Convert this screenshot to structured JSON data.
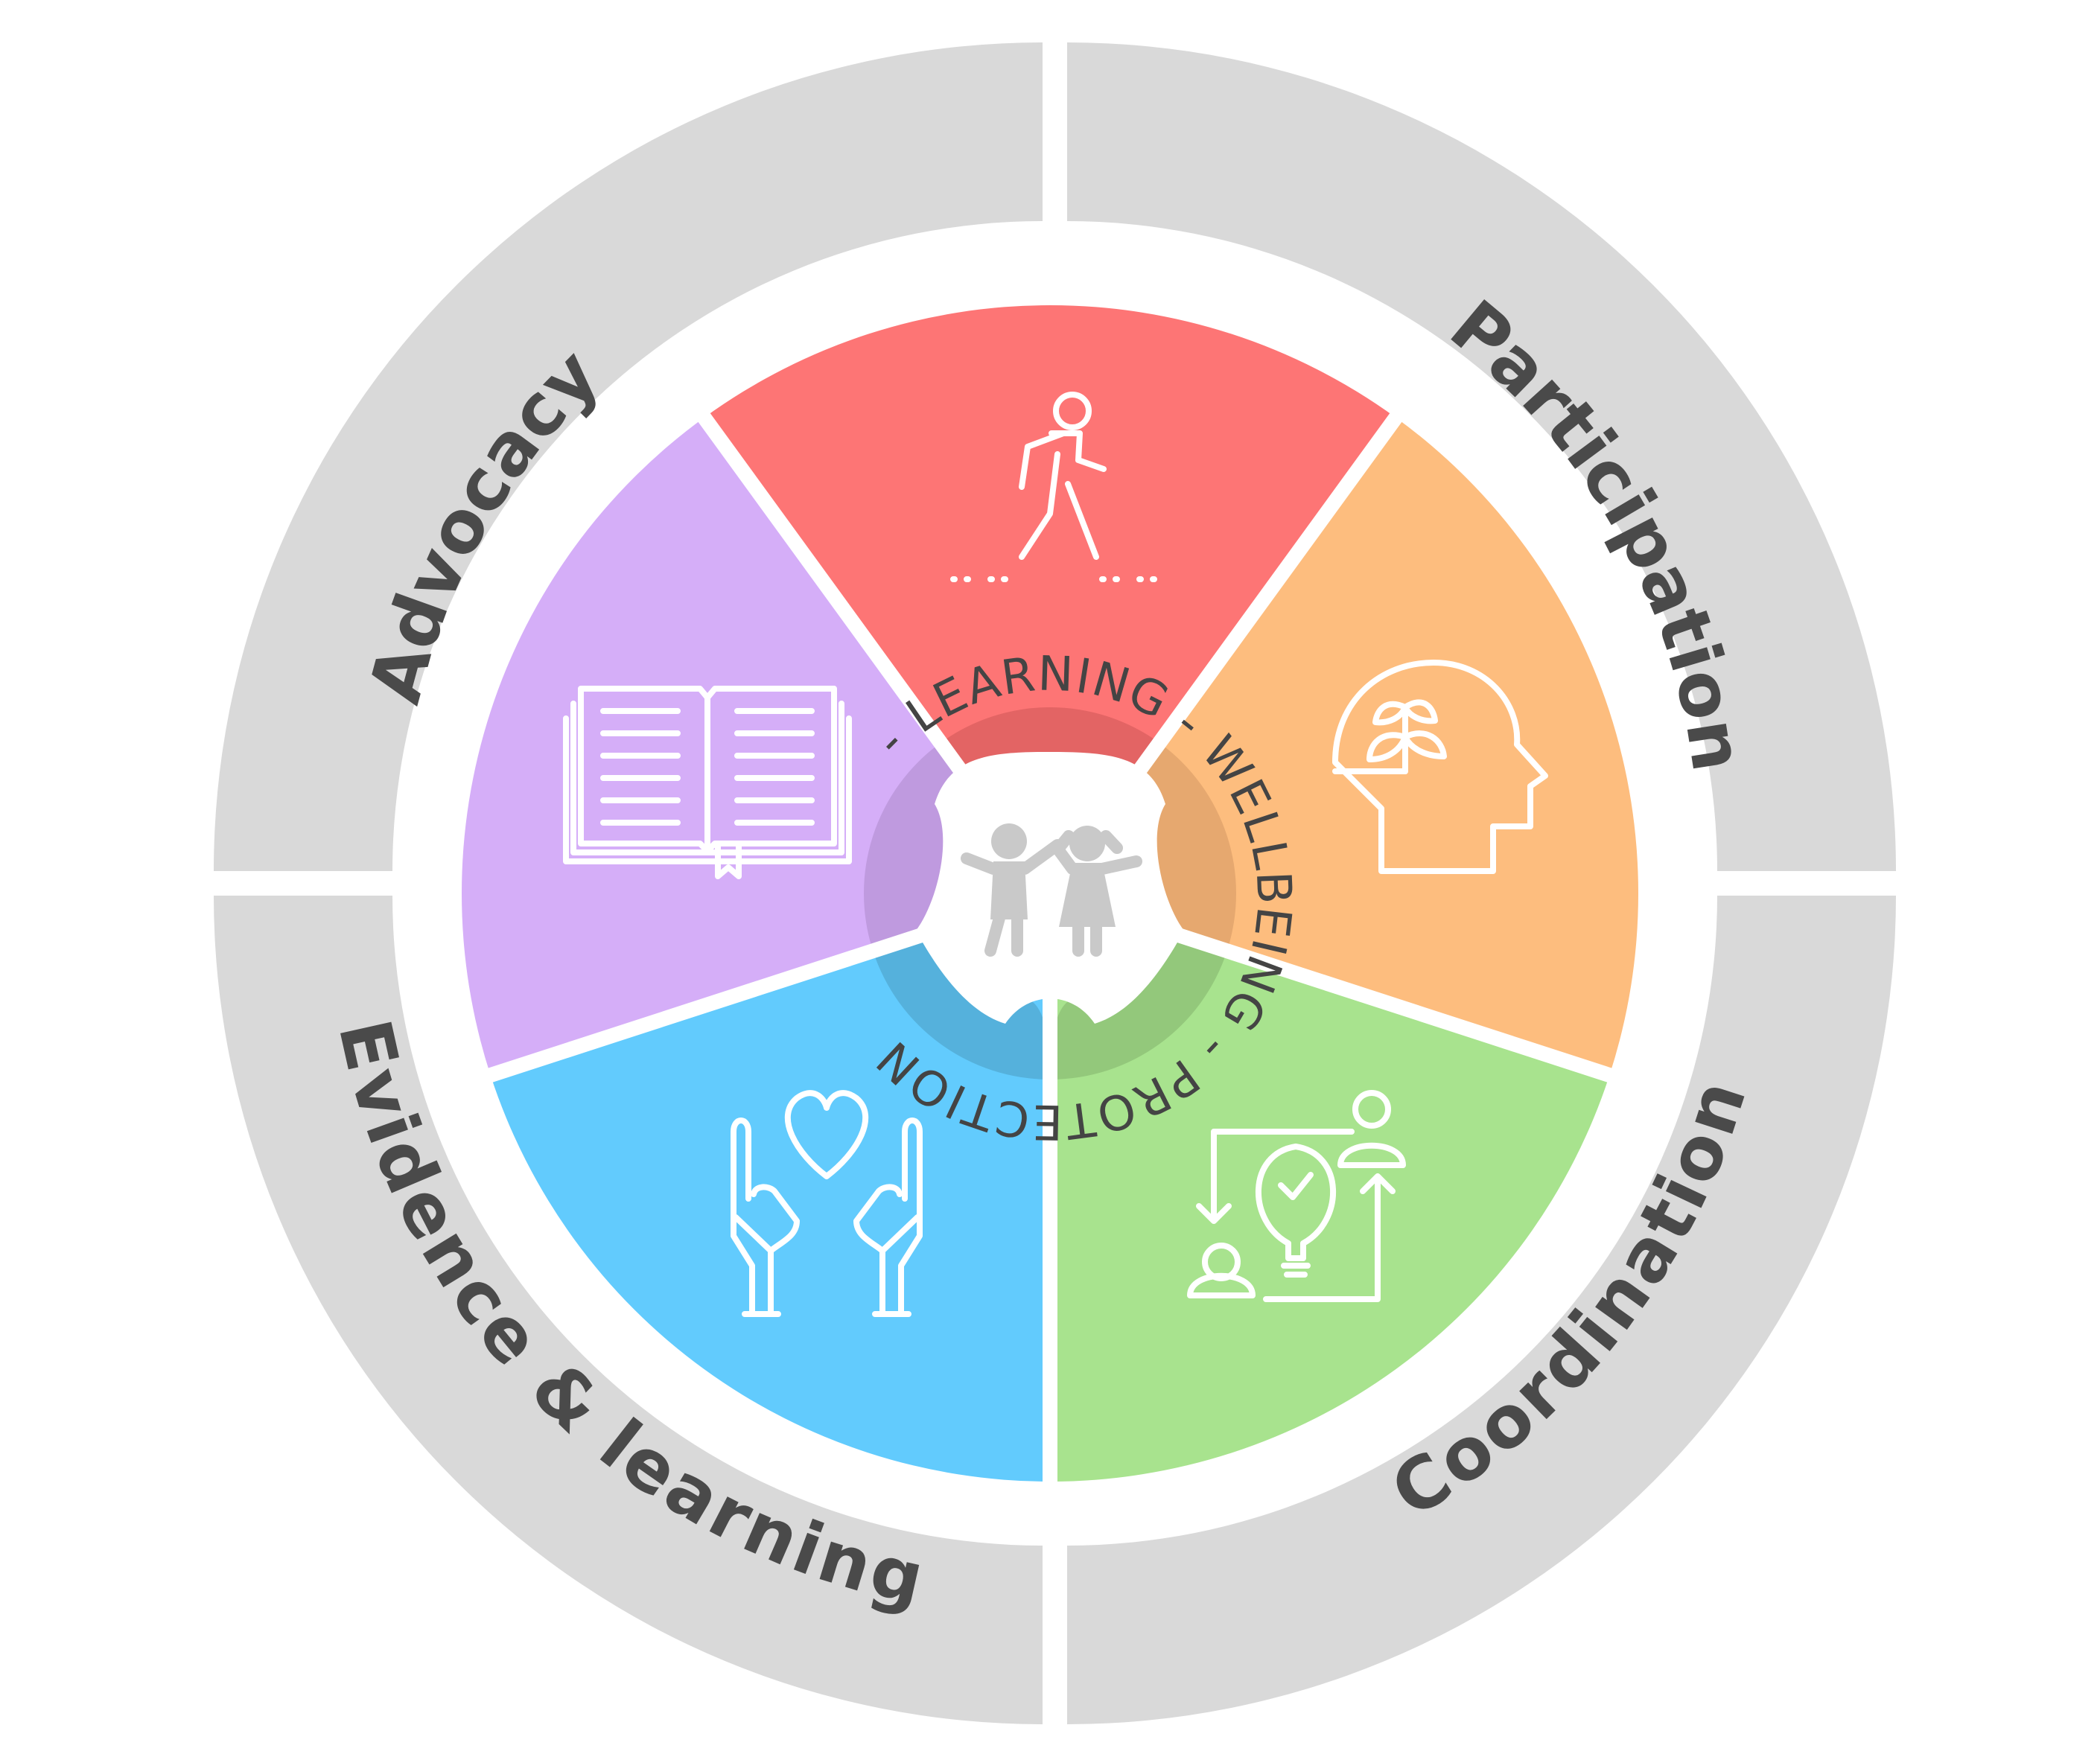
{
  "outer_ring": {
    "color": "#d9d9d9",
    "labels": {
      "top_left": "Advocacy",
      "top_right": "Participation",
      "bottom_left": "Evidence & learning",
      "bottom_right": "Coordination"
    }
  },
  "segments": [
    {
      "id": "walking",
      "color": "#fd7575",
      "icon": "walking-person-icon"
    },
    {
      "id": "mind",
      "color": "#fdbd7e",
      "icon": "head-with-plant-icon"
    },
    {
      "id": "teamwork",
      "color": "#a8e38e",
      "icon": "people-lightbulb-cycle-icon"
    },
    {
      "id": "care",
      "color": "#62cbfd",
      "icon": "hands-heart-icon"
    },
    {
      "id": "education",
      "color": "#d5aef8",
      "icon": "open-book-icon"
    }
  ],
  "inner_ring": {
    "text": "- LEARNING - WELLBEING - PROTECTION",
    "lobe_colors": [
      "#e36464",
      "#e6a86f",
      "#93c87b",
      "#55b1dc",
      "#bf9adf"
    ]
  },
  "center": {
    "icon": "two-children-icon",
    "color": "#c9c9c9"
  }
}
